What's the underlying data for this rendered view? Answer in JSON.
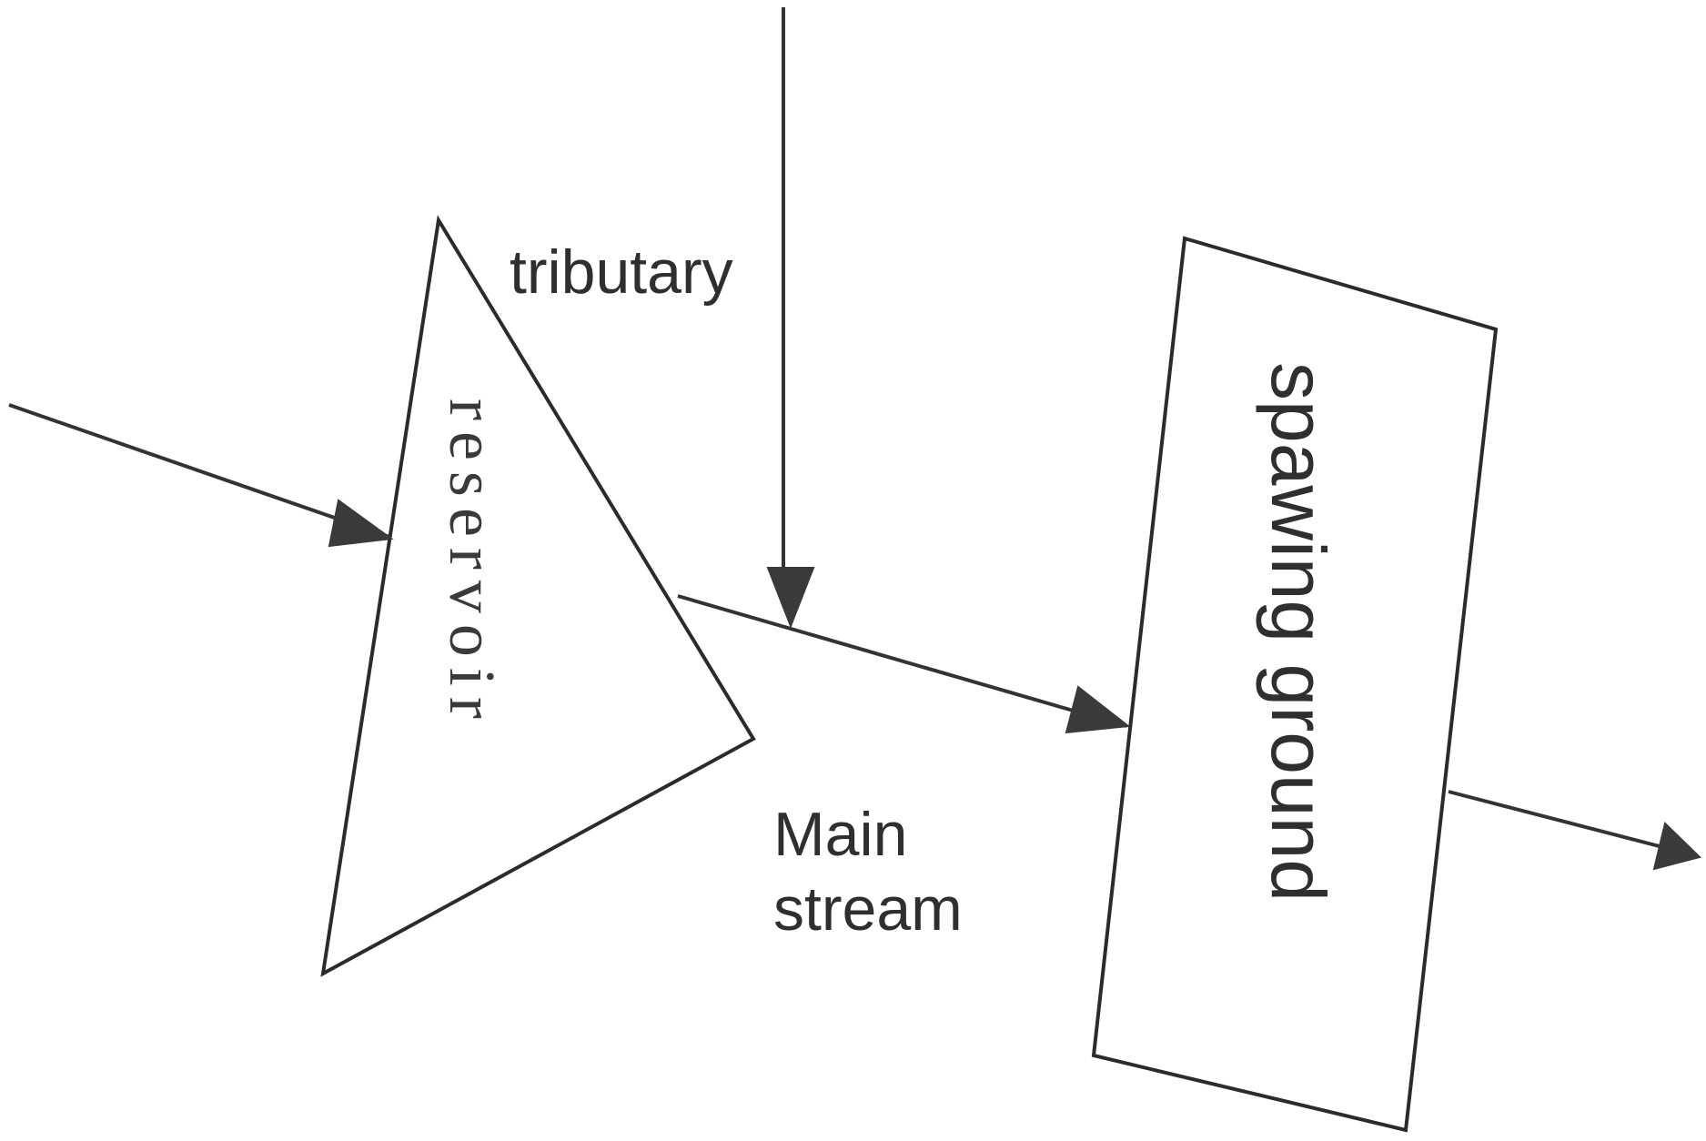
{
  "labels": {
    "tributary": "tributary",
    "reservoir": "reservoir",
    "main_stream_line1": "Main",
    "main_stream_line2": "stream",
    "spawning_ground": "spawing ground"
  }
}
